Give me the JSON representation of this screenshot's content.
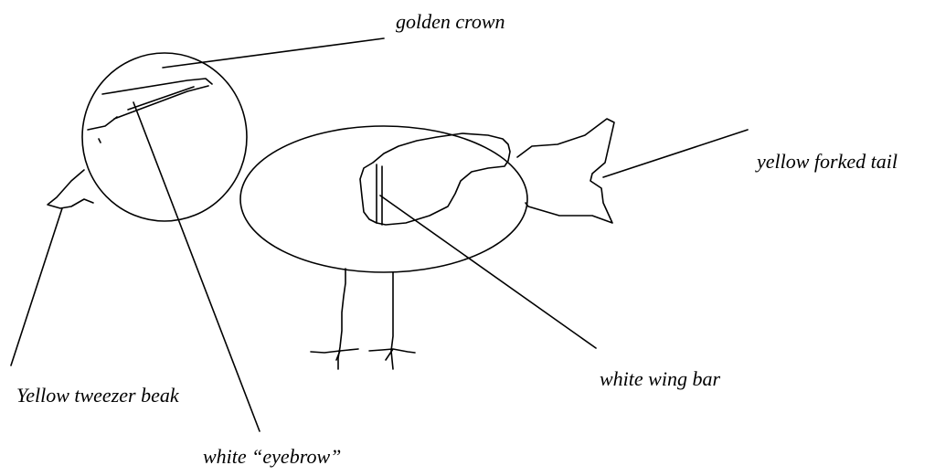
{
  "labels": {
    "golden_crown": "golden crown",
    "yellow_forked_tail": "yellow forked tail",
    "white_wing_bar": "white wing bar",
    "yellow_tweezer_beak": "Yellow tweezer beak",
    "white_eyebrow": "white “eyebrow”"
  },
  "colors": {
    "ink": "#000000",
    "background": "#ffffff"
  }
}
